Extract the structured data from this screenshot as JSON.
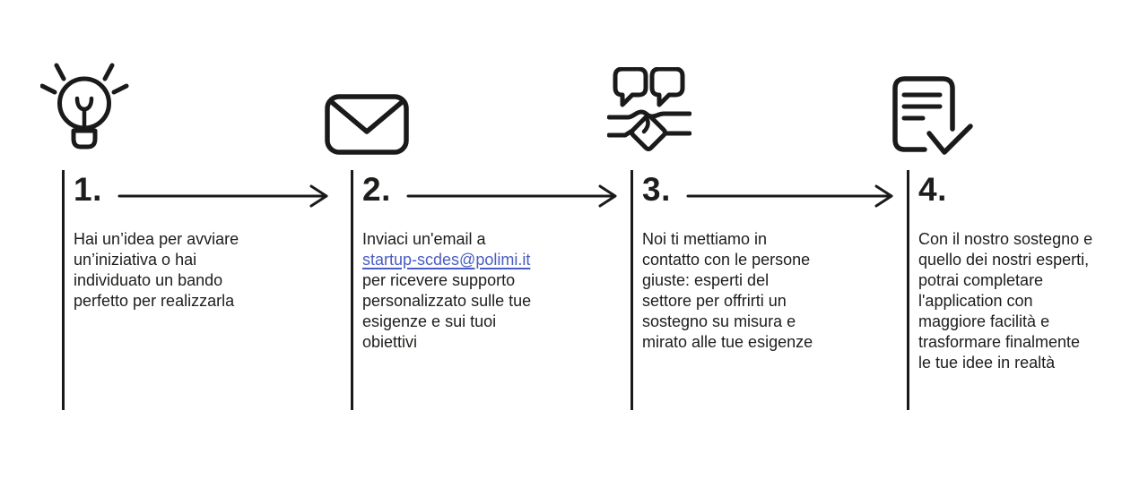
{
  "page": {
    "background": "#ffffff",
    "text_color": "#1d1d1b",
    "line_color": "#1a1a1a",
    "link_color": "#4a5cc2"
  },
  "steps": [
    {
      "number": "1.",
      "icon": "lightbulb-icon",
      "text": "Hai un’idea per avviare\nun’iniziativa o hai\nindividuato un bando\nperfetto per realizzarla"
    },
    {
      "number": "2.",
      "icon": "envelope-icon",
      "text_before_link": "Inviaci un'email a\n",
      "link_text": "startup-scdes@polimi.it",
      "text_after_link": "\nper ricevere supporto\npersonalizzato sulle tue\nesigenze e sui tuoi\nobiettivi"
    },
    {
      "number": "3.",
      "icon": "handshake-icon",
      "text": "Noi ti mettiamo in\ncontatto con le persone\ngiuste: esperti del\nsettore per offrirti un\nsostegno su misura e\nmirato alle tue esigenze"
    },
    {
      "number": "4.",
      "icon": "document-check-icon",
      "text": "Con il nostro sostegno e\nquello dei nostri esperti,\npotrai completare\nl'application con\nmaggiore facilità e\ntrasformare finalmente\nle tue idee in realtà"
    }
  ]
}
